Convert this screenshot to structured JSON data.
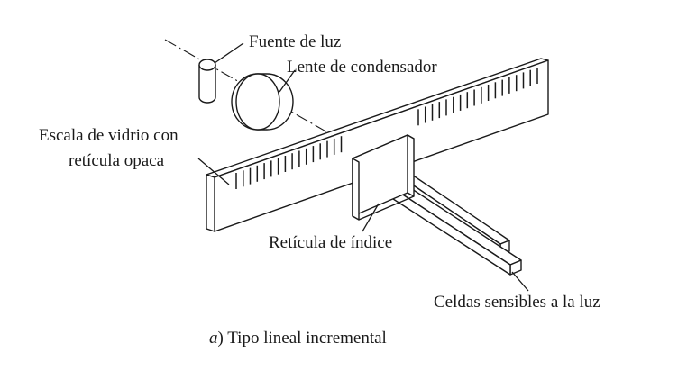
{
  "figure": {
    "labels": {
      "light_source": "Fuente de luz",
      "condenser_lens": "Lente de condensador",
      "glass_scale_line1": "Escala de vidrio con",
      "glass_scale_line2": "retícula opaca",
      "index_reticle": "Retícula de índice",
      "photocells": "Celdas sensibles a la luz"
    },
    "caption": {
      "prefix": "a",
      "text": ") Tipo lineal incremental"
    }
  }
}
